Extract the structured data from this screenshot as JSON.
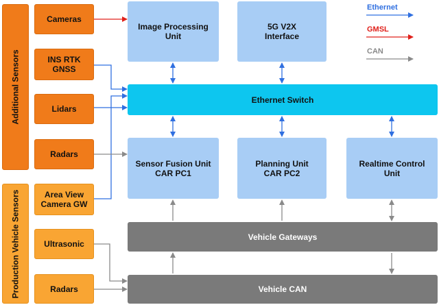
{
  "groups": {
    "additional": "Additional Sensors",
    "production": "Production Vehicle Sensors"
  },
  "sensors": {
    "cameras": "Cameras",
    "ins_line1": "INS RTK",
    "ins_line2": "GNSS",
    "lidars": "Lidars",
    "radars_add": "Radars",
    "area_line1": "Area View",
    "area_line2": "Camera GW",
    "ultrasonic": "Ultrasonic",
    "radars_prod": "Radars"
  },
  "units": {
    "ipu_line1": "Image Processing",
    "ipu_line2": "Unit",
    "v2x_line1": "5G V2X",
    "v2x_line2": "Interface",
    "switch": "Ethernet Switch",
    "sfu_line1": "Sensor Fusion Unit",
    "sfu_line2": "CAR PC1",
    "plan_line1": "Planning Unit",
    "plan_line2": "CAR PC2",
    "rt_line1": "Realtime Control",
    "rt_line2": "Unit",
    "gateways": "Vehicle Gateways",
    "can": "Vehicle CAN"
  },
  "legend": {
    "ethernet": "Ethernet",
    "gmsl": "GMSL",
    "can": "CAN"
  },
  "colors": {
    "ethernet": "#2f6fe0",
    "gmsl": "#e0201a",
    "can": "#8a8a8a",
    "orange_dark": "#f07b1a",
    "orange_light": "#f9a533",
    "blue_light": "#a8cdf5",
    "cyan": "#0dc6ef",
    "gray": "#7a7a7a"
  }
}
